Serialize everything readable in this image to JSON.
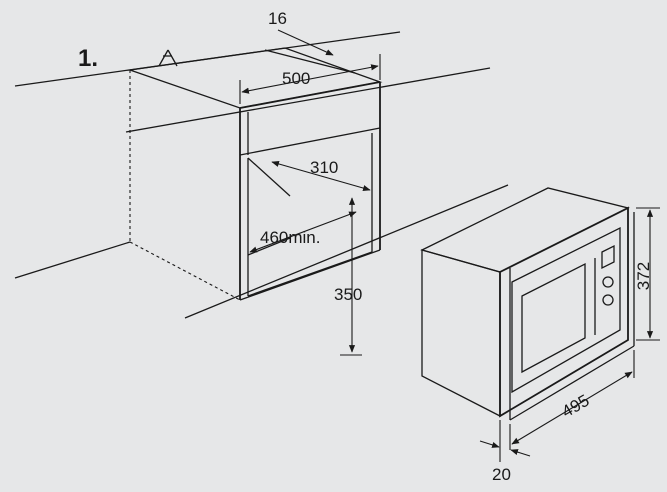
{
  "step_label": "1.",
  "dimensions": {
    "cabinet_depth": "16",
    "cabinet_width": "500",
    "opening_depth": "310",
    "opening_min_width": "460min.",
    "opening_height": "350",
    "appliance_height": "372",
    "appliance_width": "495",
    "frame_thickness": "20"
  },
  "colors": {
    "background": "#e6e7e8",
    "line": "#1a1a1a",
    "window": "#bdbdbd"
  }
}
